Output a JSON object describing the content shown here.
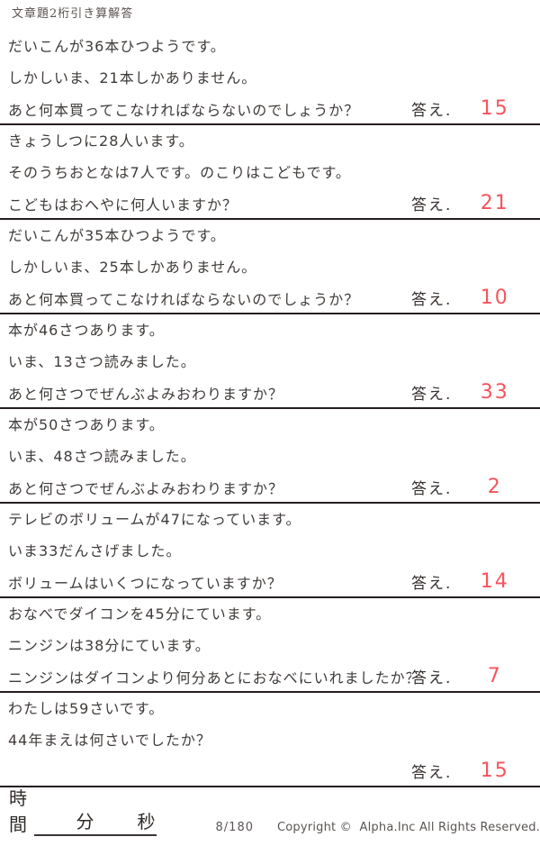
{
  "title": "文章題2桁引き算解答",
  "answer_label": "答え.",
  "problems": [
    {
      "lines": [
        "だいこんが36本ひつようです。",
        "しかしいま、21本しかありません。"
      ],
      "question": "あと何本買ってこなければならないのでしょうか？",
      "answer": "15"
    },
    {
      "lines": [
        "きょうしつに28人います。",
        "そのうちおとなは7人です。のこりはこどもです。"
      ],
      "question": "こどもはおへやに何人いますか？",
      "answer": "21"
    },
    {
      "lines": [
        "だいこんが35本ひつようです。",
        "しかしいま、25本しかありません。"
      ],
      "question": "あと何本買ってこなければならないのでしょうか？",
      "answer": "10"
    },
    {
      "lines": [
        "本が46さつあります。",
        "いま、13さつ読みました。"
      ],
      "question": "あと何さつでぜんぶよみおわりますか？",
      "answer": "33"
    },
    {
      "lines": [
        "本が50さつあります。",
        "いま、48さつ読みました。"
      ],
      "question": "あと何さつでぜんぶよみおわりますか？",
      "answer": "2"
    },
    {
      "lines": [
        "テレビのボリュームが47になっています。",
        "いま33だんさげました。"
      ],
      "question": "ボリュームはいくつになっていますか？",
      "answer": "14"
    },
    {
      "lines": [
        "おなべでダイコンを45分にています。",
        "ニンジンは38分にています。"
      ],
      "question": "ニンジンはダイコンより何分あとにおなべにいれましたか？",
      "answer": "7"
    },
    {
      "lines": [
        "わたしは59さいです。",
        "44年まえは何さいでしたか？"
      ],
      "question": "",
      "answer": "15"
    }
  ],
  "footer": {
    "time_label": "時間",
    "minutes_label": "分",
    "seconds_label": "秒",
    "page": "8/180",
    "copyright": "Copyright ©  Alpha.Inc All Rights Reserved."
  },
  "colors": {
    "answer_red": "#f7535c",
    "line": "#241e1e",
    "text": "#3f3b39",
    "muted": "#5a5553"
  }
}
